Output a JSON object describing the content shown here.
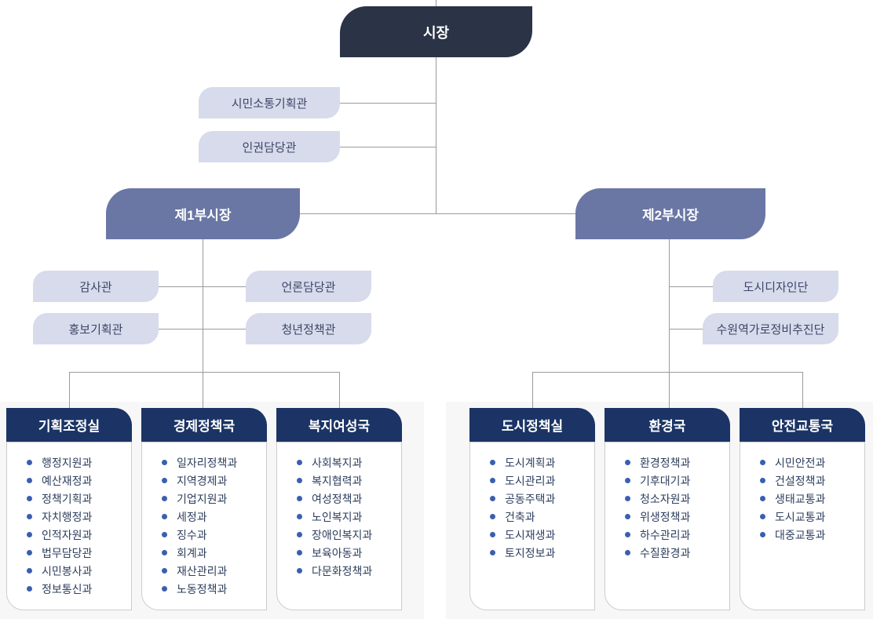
{
  "org": {
    "mayor": "시장",
    "mayor_staff": [
      "시민소통기획관",
      "인권담당관"
    ],
    "deputy1": "제1부시장",
    "deputy1_staff_left": [
      "감사관",
      "홍보기획관"
    ],
    "deputy1_staff_right": [
      "언론담당관",
      "청년정책관"
    ],
    "deputy2": "제2부시장",
    "deputy2_staff": [
      "도시디자인단",
      "수원역가로정비추진단"
    ],
    "left_departments": [
      {
        "name": "기획조정실",
        "items": [
          "행정지원과",
          "예산재정과",
          "정책기획과",
          "자치행정과",
          "인적자원과",
          "법무담당관",
          "시민봉사과",
          "정보통신과"
        ]
      },
      {
        "name": "경제정책국",
        "items": [
          "일자리정책과",
          "지역경제과",
          "기업지원과",
          "세정과",
          "징수과",
          "회계과",
          "재산관리과",
          "노동정책과"
        ]
      },
      {
        "name": "복지여성국",
        "items": [
          "사회복지과",
          "복지협력과",
          "여성정책과",
          "노인복지과",
          "장애인복지과",
          "보육아동과",
          "다문화정책과"
        ]
      }
    ],
    "right_departments": [
      {
        "name": "도시정책실",
        "items": [
          "도시계획과",
          "도시관리과",
          "공동주택과",
          "건축과",
          "도시재생과",
          "토지정보과"
        ]
      },
      {
        "name": "환경국",
        "items": [
          "환경정책과",
          "기후대기과",
          "청소자원과",
          "위생정책과",
          "하수관리과",
          "수질환경과"
        ]
      },
      {
        "name": "안전교통국",
        "items": [
          "시민안전과",
          "건설정책과",
          "생태교통과",
          "도시교통과",
          "대중교통과"
        ]
      }
    ]
  },
  "colors": {
    "mayor_bg": "#2b3346",
    "deputy_bg": "#6a77a5",
    "staff_bg": "#d7dbec",
    "dept_header_bg": "#1b3465",
    "bullet": "#3a5fb0",
    "connector_line": "#9b9b9b",
    "panel_bg": "#f7f7f8"
  }
}
